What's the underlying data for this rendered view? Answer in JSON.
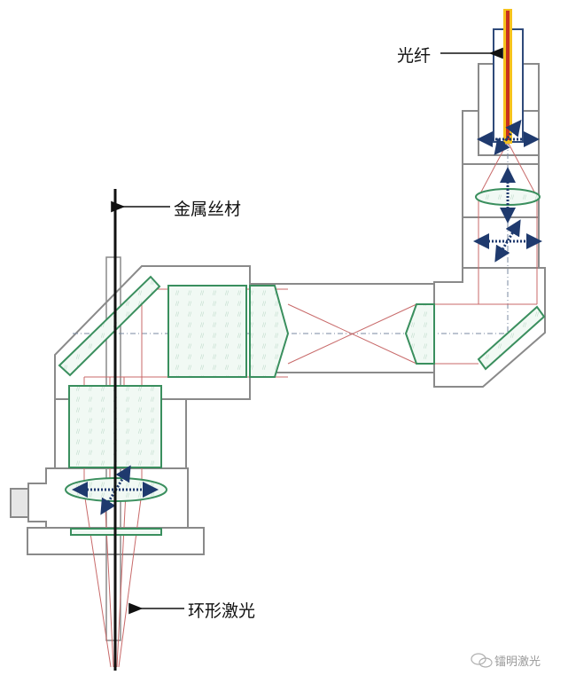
{
  "diagram": {
    "title": "Coaxial wire-feed laser head optical path",
    "labels": {
      "fiber": "光纤",
      "metal_wire": "金属丝材",
      "ring_laser": "环形激光"
    },
    "watermark": "镭明激光",
    "colors": {
      "housing": "#8a8a8a",
      "lens_outline": "#3a8f5e",
      "lens_fill": "#eef7f2",
      "beam": "#c86a6a",
      "axis": "#7a8aa0",
      "adjust_arrow": "#1f3a6e",
      "wire": "#111111",
      "fiber_outer": "#f6c21c",
      "fiber_core": "#c8321e",
      "fiber_holder": "#2f4a7a"
    },
    "components": [
      "fiber",
      "fiber-holder",
      "collimating-lens",
      "folding-mirror-right",
      "axicon-small",
      "axicon-large",
      "cylinder-lens",
      "folding-mirror-left",
      "square-lens-lower",
      "focusing-lens",
      "protective-window",
      "metal-wire"
    ]
  }
}
